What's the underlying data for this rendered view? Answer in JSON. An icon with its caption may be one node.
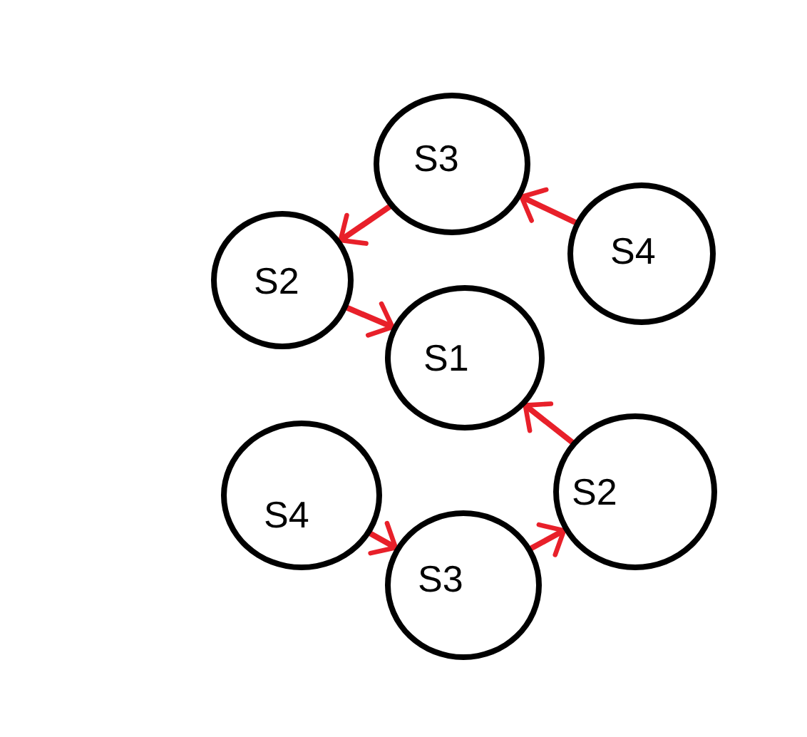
{
  "diagram": {
    "nodes": [
      {
        "text": [
          "S3"
        ]
      },
      {
        "text": [
          "S4"
        ]
      },
      {
        "text": [
          "S2"
        ]
      },
      {
        "text": [
          "S1"
        ]
      },
      {
        "text": [
          "S4"
        ]
      },
      {
        "text": [
          "S2"
        ]
      },
      {
        "text": [
          "S3"
        ]
      }
    ],
    "edges": [
      {
        "from": 1,
        "to": 0,
        "arrow": "to"
      },
      {
        "from": 0,
        "to": 2,
        "arrow": "to"
      },
      {
        "from": 2,
        "to": 3,
        "arrow": "to"
      },
      {
        "from": 5,
        "to": 3,
        "arrow": "to"
      },
      {
        "from": 4,
        "to": 6,
        "arrow": "to"
      },
      {
        "from": 6,
        "to": 5,
        "arrow": "to"
      }
    ]
  }
}
